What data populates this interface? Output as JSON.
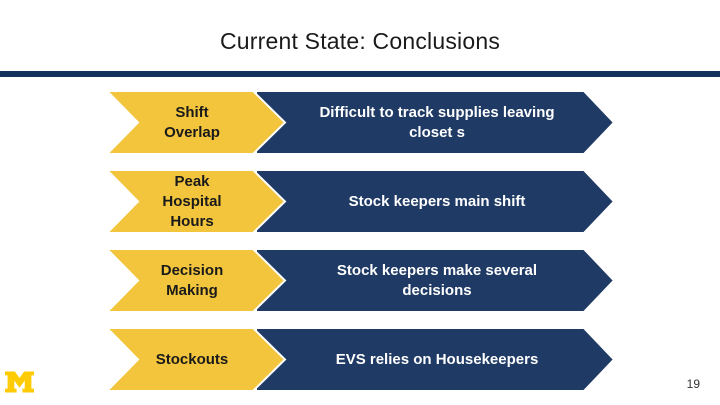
{
  "slide": {
    "title": "Current State: Conclusions",
    "page_number": "19",
    "colors": {
      "maize": "#F2C53D",
      "navy": "#1F3A64",
      "divider_bar": "#14305C",
      "logo_maize": "#FFCB05",
      "title_text": "#1a1a1a",
      "conclusion_text": "#ffffff"
    },
    "logo": "university-of-michigan-block-m",
    "rows": [
      {
        "label": "Shift\nOverlap",
        "text": "Difficult to track supplies leaving\ncloset s"
      },
      {
        "label": "Peak\nHospital\nHours",
        "text": "Stock keepers main shift"
      },
      {
        "label": "Decision\nMaking",
        "text": "Stock keepers make several\ndecisions"
      },
      {
        "label": "Stockouts",
        "text": "EVS relies on Housekeepers"
      }
    ]
  }
}
